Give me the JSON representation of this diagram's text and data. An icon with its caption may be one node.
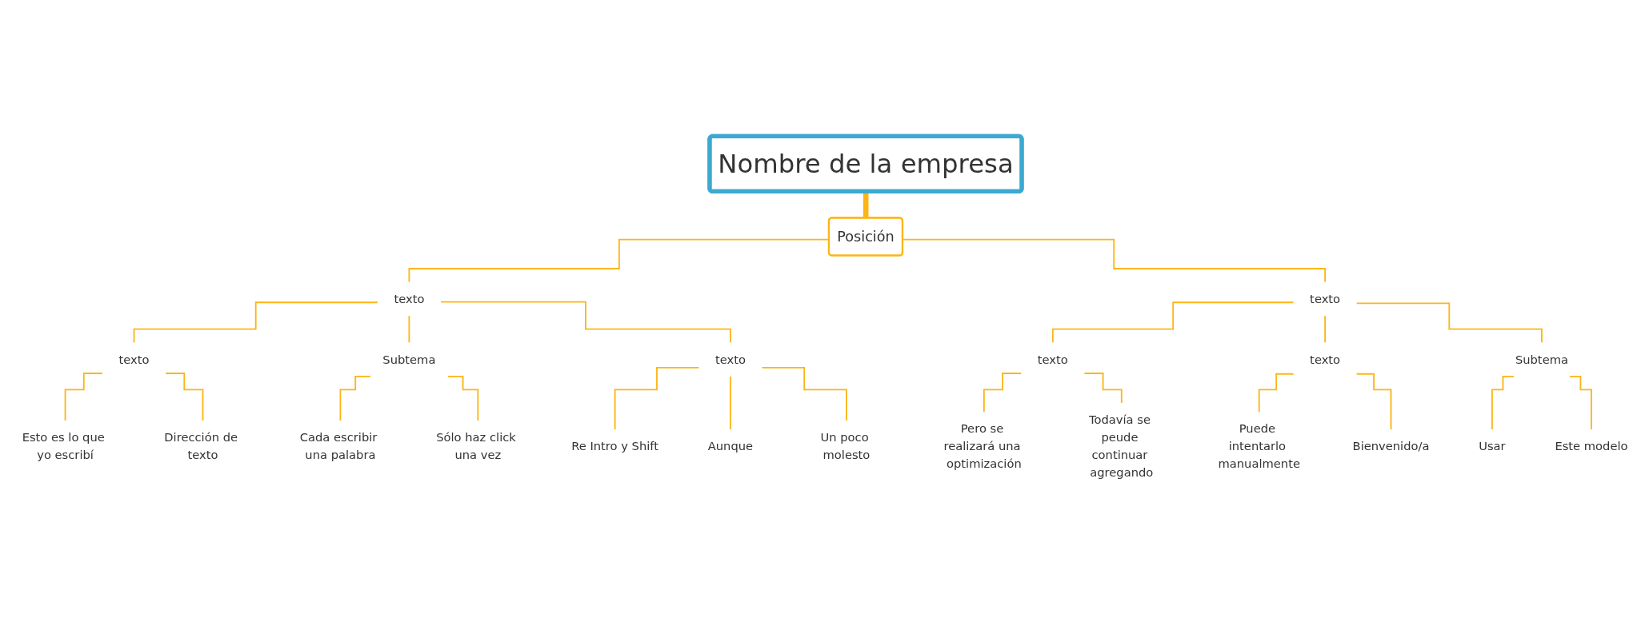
{
  "diagram": {
    "nodes": [
      {
        "text": [
          "Nombre de la empresa"
        ]
      },
      {
        "text": [
          "Posición"
        ]
      },
      {
        "text": [
          "texto"
        ]
      },
      {
        "text": [
          "texto"
        ]
      },
      {
        "text": [
          "Esto es lo que yo escribí"
        ]
      },
      {
        "text": [
          "Dirección de texto"
        ]
      },
      {
        "text": [
          "Subtema"
        ]
      },
      {
        "text": [
          "Cada escribir una palabra"
        ]
      },
      {
        "text": [
          "Sólo haz click una vez"
        ]
      },
      {
        "text": [
          "texto"
        ]
      },
      {
        "text": [
          "Re Intro y Shift"
        ]
      },
      {
        "text": [
          "Aunque"
        ]
      },
      {
        "text": [
          "Un poco molesto"
        ]
      },
      {
        "text": [
          "texto"
        ]
      },
      {
        "text": [
          "texto"
        ]
      },
      {
        "text": [
          "Pero se realizará una optimización"
        ]
      },
      {
        "text": [
          "Todavía se peude continuar agregando"
        ]
      },
      {
        "text": [
          "texto"
        ]
      },
      {
        "text": [
          "Puede intentarlo manualmente"
        ]
      },
      {
        "text": [
          "Bienvenido/a"
        ]
      },
      {
        "text": [
          "Subtema"
        ]
      },
      {
        "text": [
          "Usar"
        ]
      },
      {
        "text": [
          "Este modelo"
        ]
      }
    ],
    "edges": [
      {
        "from": 0,
        "to": 1,
        "arrow": "none",
        "style": "thick"
      },
      {
        "from": 1,
        "to": 2,
        "arrow": "none"
      },
      {
        "from": 1,
        "to": 13,
        "arrow": "none"
      },
      {
        "from": 2,
        "to": 3,
        "arrow": "none"
      },
      {
        "from": 2,
        "to": 6,
        "arrow": "none"
      },
      {
        "from": 2,
        "to": 9,
        "arrow": "none"
      },
      {
        "from": 3,
        "to": 4,
        "arrow": "none"
      },
      {
        "from": 3,
        "to": 5,
        "arrow": "none"
      },
      {
        "from": 6,
        "to": 7,
        "arrow": "none"
      },
      {
        "from": 6,
        "to": 8,
        "arrow": "none"
      },
      {
        "from": 9,
        "to": 10,
        "arrow": "none"
      },
      {
        "from": 9,
        "to": 11,
        "arrow": "none"
      },
      {
        "from": 9,
        "to": 12,
        "arrow": "none"
      },
      {
        "from": 13,
        "to": 14,
        "arrow": "none"
      },
      {
        "from": 13,
        "to": 17,
        "arrow": "none"
      },
      {
        "from": 13,
        "to": 20,
        "arrow": "none"
      },
      {
        "from": 14,
        "to": 15,
        "arrow": "none"
      },
      {
        "from": 14,
        "to": 16,
        "arrow": "none"
      },
      {
        "from": 17,
        "to": 18,
        "arrow": "none"
      },
      {
        "from": 17,
        "to": 19,
        "arrow": "none"
      },
      {
        "from": 20,
        "to": 21,
        "arrow": "none"
      },
      {
        "from": 20,
        "to": 22,
        "arrow": "none"
      }
    ]
  }
}
